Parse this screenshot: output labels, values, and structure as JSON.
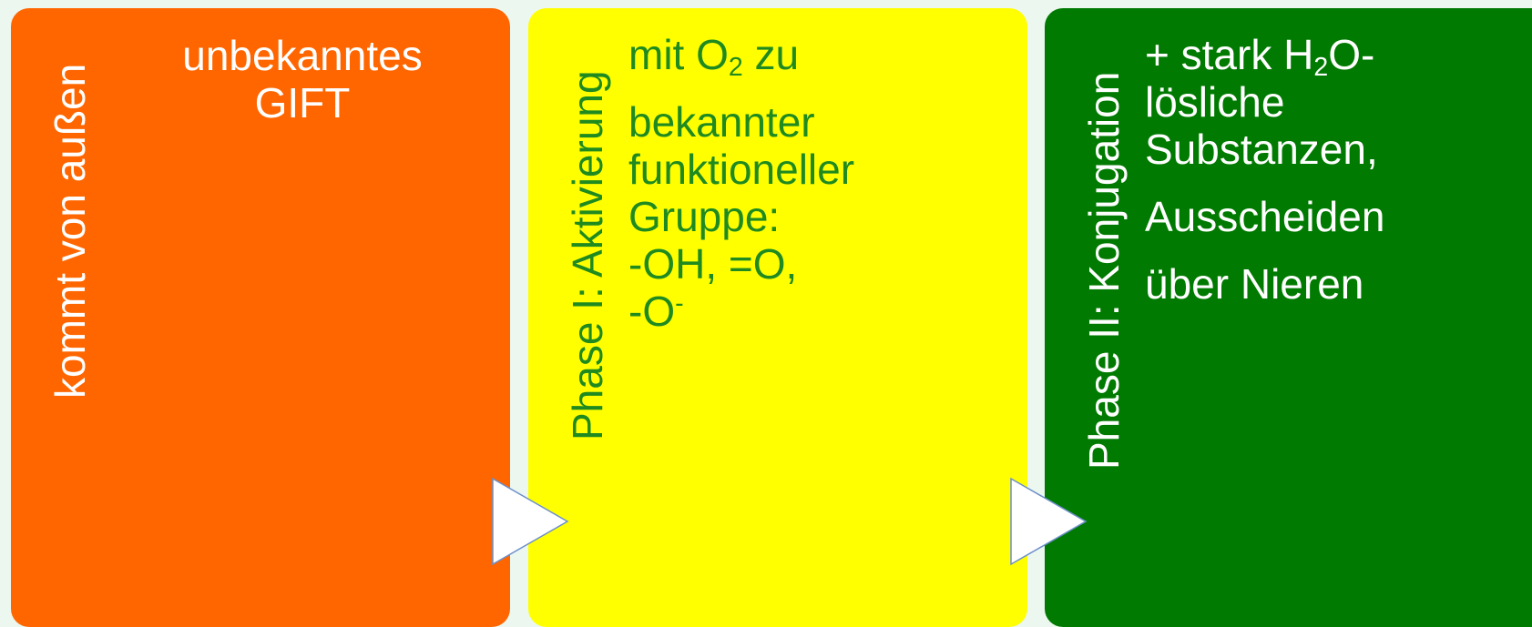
{
  "colors": {
    "background": "#ecf7f0",
    "panel_1": "#ff6600",
    "panel_2": "#ffff00",
    "panel_3": "#007a00",
    "panel_2_text": "#1f8a1f",
    "white_text": "#ffffff",
    "arrow_fill": "#ffffff",
    "arrow_stroke": "#6b8fc9"
  },
  "panels": [
    {
      "side_label": "kommt von außen",
      "lines": [
        "unbekanntes",
        "GIFT"
      ]
    },
    {
      "side_label": "Phase I: Aktivierung",
      "line1_pre": "mit O",
      "line1_sub": "2",
      "line1_post": " zu",
      "lines": [
        "bekannter",
        "funktioneller",
        "Gruppe:",
        "-OH, =O,"
      ],
      "last_pre": "-O",
      "last_sup": "-"
    },
    {
      "side_label": "Phase II: Konjugation",
      "line1_pre": "+ stark H",
      "line1_sub": "2",
      "line1_post": "O-",
      "lines": [
        "lösliche",
        "Substanzen,"
      ],
      "line_4": "Ausscheiden",
      "line_5": "über Nieren"
    }
  ],
  "arrows": [
    "arrow-right-icon",
    "arrow-right-icon"
  ]
}
